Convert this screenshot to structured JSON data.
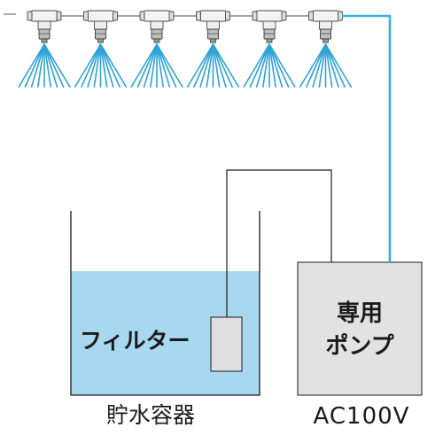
{
  "colors": {
    "water": "#a7d8ef",
    "water_pipe": "#34b1df",
    "spray": "#2ea3d7",
    "pump_body": "#e2e2e2",
    "filter_body": "#dedede",
    "outline": "#1a1a1a",
    "cable": "#1a1a1a"
  },
  "nozzles": {
    "count": 6,
    "icon": "nozzle-icon"
  },
  "filter": {
    "label": "フィルター"
  },
  "pump": {
    "label_line1": "専用",
    "label_line2": "ポンプ"
  },
  "container": {
    "caption": "貯水容器"
  },
  "power": {
    "caption": "AC100V"
  }
}
